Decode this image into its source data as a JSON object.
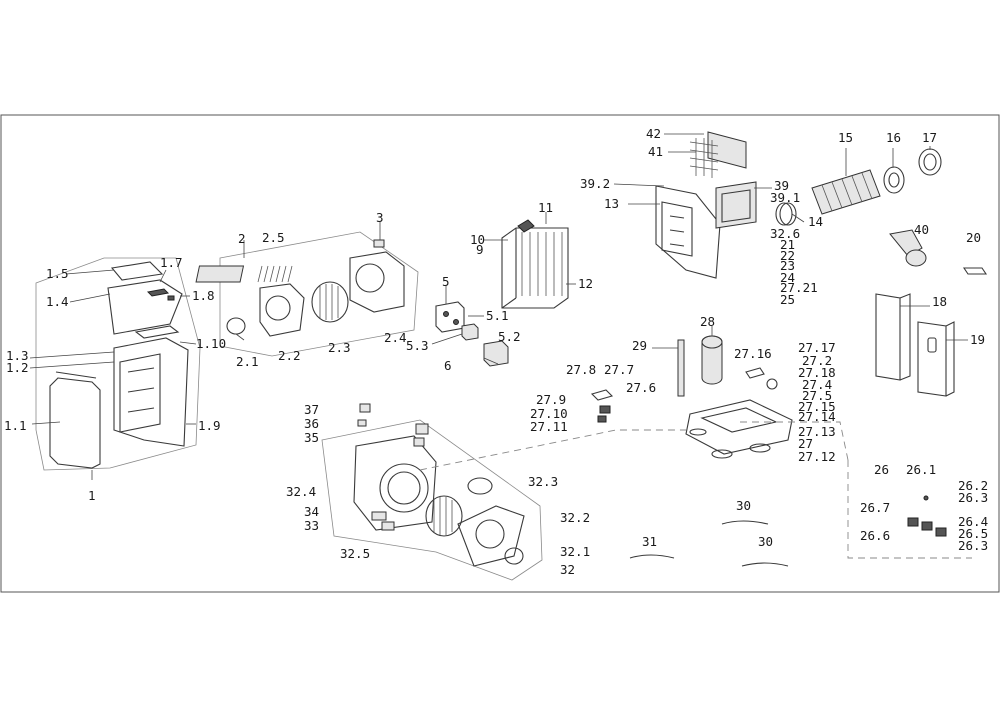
{
  "labels": {
    "1": "1",
    "1_1": "1.1",
    "1_2": "1.2",
    "1_3": "1.3",
    "1_4": "1.4",
    "1_5": "1.5",
    "1_7": "1.7",
    "1_8": "1.8",
    "1_9": "1.9",
    "1_10": "1.10",
    "2": "2",
    "2_1": "2.1",
    "2_2": "2.2",
    "2_3": "2.3",
    "2_4": "2.4",
    "2_5": "2.5",
    "3": "3",
    "5": "5",
    "5_1": "5.1",
    "5_2": "5.2",
    "5_3": "5.3",
    "6": "6",
    "9": "9",
    "10": "10",
    "11": "11",
    "12": "12",
    "13": "13",
    "14": "14",
    "15": "15",
    "16": "16",
    "17": "17",
    "18": "18",
    "19": "19",
    "20": "20",
    "21": "21",
    "22": "22",
    "23": "23",
    "24": "24",
    "25": "25",
    "26": "26",
    "26_1": "26.1",
    "26_2": "26.2",
    "26_3a": "26.3",
    "26_3b": "26.3",
    "26_4": "26.4",
    "26_5": "26.5",
    "26_6": "26.6",
    "26_7": "26.7",
    "27": "27",
    "27_2": "27.2",
    "27_4": "27.4",
    "27_5": "27.5",
    "27_6": "27.6",
    "27_7": "27.7",
    "27_8": "27.8",
    "27_9": "27.9",
    "27_10": "27.10",
    "27_11": "27.11",
    "27_12": "27.12",
    "27_13": "27.13",
    "27_14": "27.14",
    "27_15": "27.15",
    "27_16": "27.16",
    "27_17": "27.17",
    "27_18": "27.18",
    "27_21": "27.21",
    "28": "28",
    "29": "29",
    "30a": "30",
    "30b": "30",
    "31": "31",
    "32": "32",
    "32_1": "32.1",
    "32_2": "32.2",
    "32_3": "32.3",
    "32_4": "32.4",
    "32_5": "32.5",
    "32_6": "32.6",
    "33": "33",
    "34": "34",
    "35": "35",
    "36": "36",
    "37": "37",
    "39": "39",
    "39_1": "39.1",
    "39_2": "39.2",
    "40": "40",
    "41": "41",
    "42": "42"
  }
}
